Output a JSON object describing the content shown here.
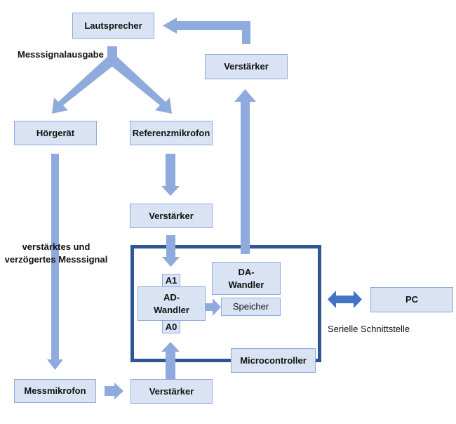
{
  "nodes": {
    "lautsprecher": "Lautsprecher",
    "verstaerker_top": "Verstärker",
    "hoergeraet": "Hörgerät",
    "referenzmikrofon": "Referenzmikrofon",
    "verstaerker_mid": "Verstärker",
    "a1": "A1",
    "ad_wandler": "AD-\nWandler",
    "a0": "A0",
    "da_wandler": "DA-\nWandler",
    "speicher": "Speicher",
    "microcontroller": "Microcontroller",
    "pc": "PC",
    "messmikrofon": "Messmikrofon",
    "verstaerker_bottom": "Verstärker"
  },
  "labels": {
    "messsignalausgabe": "Messsignalausgabe",
    "verstaerktes_signal": "verstärktes und\nverzögertes Messsignal",
    "serielle_schnittstelle": "Serielle Schnittstelle"
  },
  "colors": {
    "arrow": "#8faadc",
    "double_arrow": "#4472c4",
    "frame": "#2f5597",
    "box_fill": "#dae3f3",
    "box_border": "#8faadc"
  }
}
